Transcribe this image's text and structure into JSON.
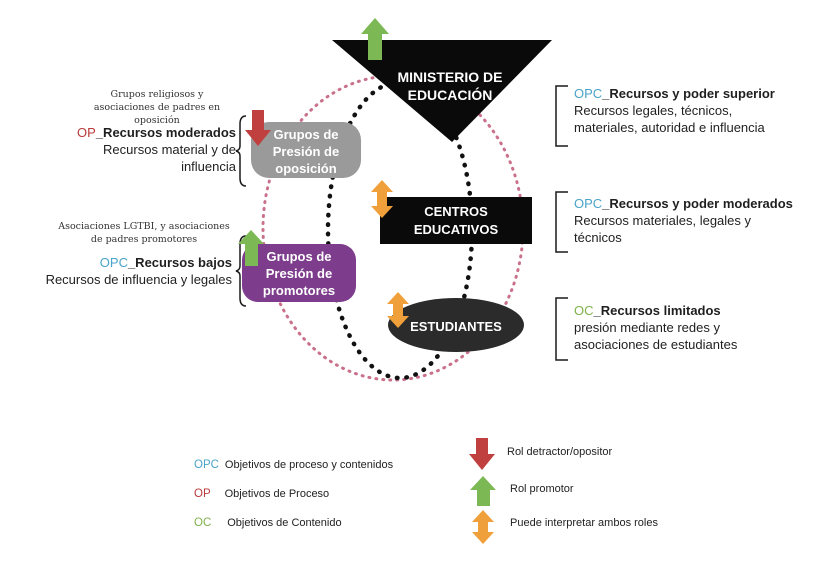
{
  "colors": {
    "opc": "#4aa3c8",
    "op": "#b83a3a",
    "oc": "#7fb24a",
    "arrow_green": "#7cb955",
    "arrow_red": "#c0403f",
    "arrow_orange": "#f0a03a",
    "node_black": "#0a0a0a",
    "node_grey": "#9a9a9a",
    "node_purple": "#7d3c8c",
    "node_dark": "#2b2b2b",
    "ellipse_pink": "#c9708a",
    "dotted_black": "#111111"
  },
  "nodes": {
    "ministerio": "MINISTERIO DE EDUCACIÓN",
    "oposicion": "Grupos de Presión de oposición",
    "centros": "CENTROS EDUCATIVOS",
    "promotores": "Grupos de Presión de promotores",
    "estudiantes": "ESTUDIANTES"
  },
  "left_labels": {
    "oposicion": {
      "caption": "Grupos religiosos y asociaciones de padres en oposición",
      "prefix": "OP",
      "title": "_Recursos moderados",
      "desc": "Recursos material y de influencia"
    },
    "promotores": {
      "caption": "Asociaciones LGTBI, y asociaciones de padres promotores",
      "prefix": "OPC",
      "title": "_Recursos bajos",
      "desc": "Recursos de influencia y legales"
    }
  },
  "right_labels": {
    "ministerio": {
      "prefix": "OPC",
      "title": "_Recursos y poder superior",
      "desc": "Recursos legales, técnicos, materiales, autoridad e influencia"
    },
    "centros": {
      "prefix": "OPC",
      "title": "_Recursos y poder moderados",
      "desc": "Recursos materiales, legales y técnicos"
    },
    "estudiantes": {
      "prefix": "OC",
      "title": "_Recursos limitados",
      "desc": "presión mediante redes y asociaciones de estudiantes"
    }
  },
  "legend": {
    "codes": [
      {
        "code": "OPC",
        "text": "Objetivos de proceso y contenidos"
      },
      {
        "code": "OP",
        "text": "Objetivos de Proceso"
      },
      {
        "code": "OC",
        "text": "Objetivos de Contenido"
      }
    ],
    "arrows": [
      {
        "icon": "arrow-down-icon",
        "text": "Rol detractor/opositor"
      },
      {
        "icon": "arrow-up-icon",
        "text": "Rol promotor"
      },
      {
        "icon": "arrow-updown-icon",
        "text": "Puede interpretar ambos roles"
      }
    ]
  }
}
